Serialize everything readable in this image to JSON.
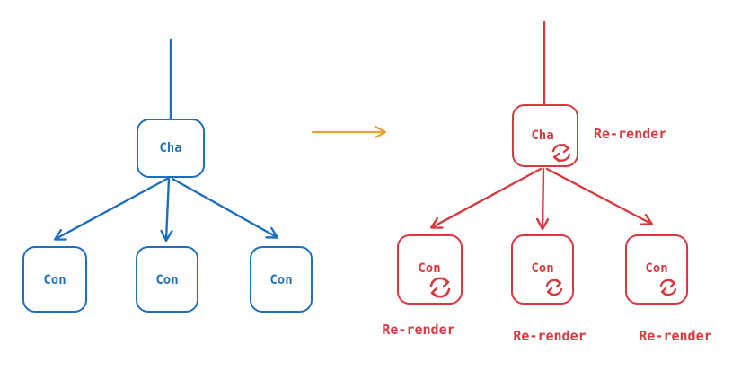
{
  "colors": {
    "before": "#1f6fbf",
    "after": "#d9383f",
    "transition_arrow": "#e8a23a"
  },
  "before_tree": {
    "parent": {
      "label": "Cha"
    },
    "children": [
      {
        "label": "Con"
      },
      {
        "label": "Con"
      },
      {
        "label": "Con"
      }
    ]
  },
  "after_tree": {
    "parent": {
      "label": "Cha",
      "icon": "refresh-icon",
      "note": "Re-render"
    },
    "children": [
      {
        "label": "Con",
        "icon": "refresh-icon",
        "note": "Re-render"
      },
      {
        "label": "Con",
        "icon": "refresh-icon",
        "note": "Re-render"
      },
      {
        "label": "Con",
        "icon": "refresh-icon",
        "note": "Re-render"
      }
    ]
  }
}
